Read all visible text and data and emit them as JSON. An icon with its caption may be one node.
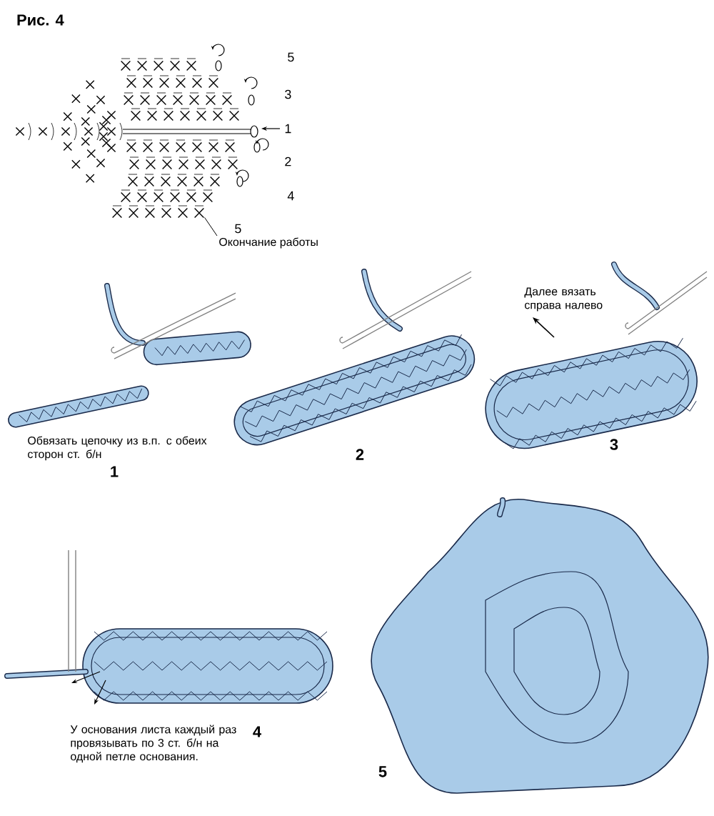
{
  "diagram": {
    "title": "Рис. 4",
    "nodes": [
      {
        "text": [],
        "shape": "picture",
        "beside": [
          "5",
          "3",
          "1",
          "2",
          "4",
          "5"
        ]
      },
      {
        "text": [
          "Окончание работы"
        ]
      }
    ],
    "edges": [
      {
        "from": 1,
        "to": 0,
        "arrow": "none"
      }
    ],
    "labels": [
      "Обвязать цепочку из в.п. с обеих сторон ст. б/н",
      "1",
      "2",
      "Далее вязать справа налево",
      "3",
      "4",
      "У основания листа каждый раз провязывать по 3 ст. б/н на одной петле основания.",
      "5"
    ]
  }
}
